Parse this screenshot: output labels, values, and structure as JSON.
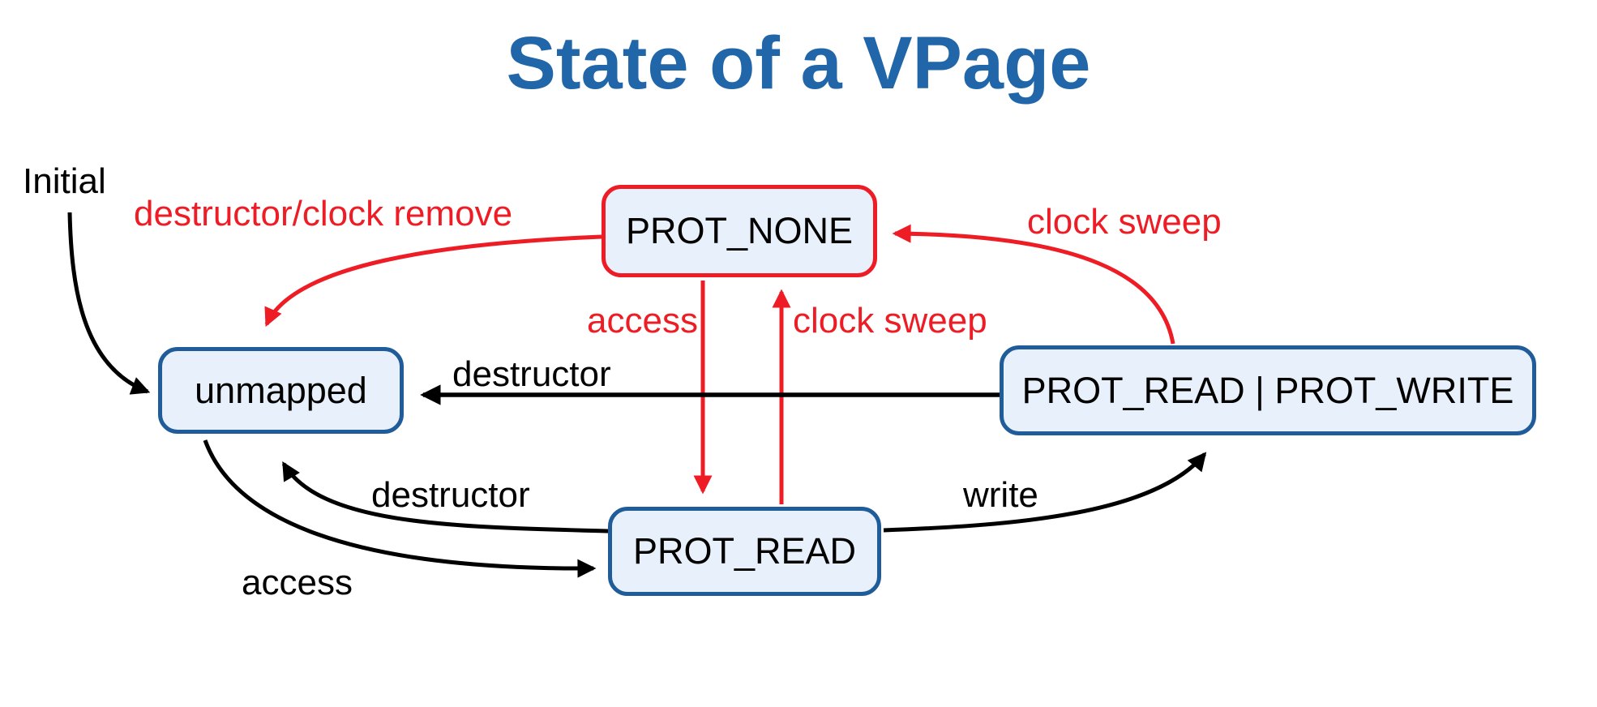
{
  "title": "State of a VPage",
  "colors": {
    "title_blue": "#2166a8",
    "box_border_blue": "#1f5c99",
    "box_fill_blue": "#e8f1fb",
    "arrow_red": "#ee1c25",
    "arrow_black": "#000000"
  },
  "states": [
    {
      "label": "PROT_NONE",
      "border_color": "red"
    },
    {
      "label": "unmapped",
      "border_color": "blue"
    },
    {
      "label": "PROT_READ | PROT_WRITE",
      "border_color": "blue"
    },
    {
      "label": "PROT_READ",
      "border_color": "blue"
    }
  ],
  "transitions": [
    {
      "label": "Initial",
      "from": "(start)",
      "to": "unmapped",
      "color": "black"
    },
    {
      "label": "destructor/clock remove",
      "from": "PROT_NONE",
      "to": "unmapped",
      "color": "red"
    },
    {
      "label": "access",
      "from": "PROT_NONE",
      "to": "PROT_READ",
      "color": "red"
    },
    {
      "label": "clock sweep",
      "from": "PROT_READ",
      "to": "PROT_NONE",
      "color": "red"
    },
    {
      "label": "clock sweep",
      "from": "PROT_READ | PROT_WRITE",
      "to": "PROT_NONE",
      "color": "red"
    },
    {
      "label": "destructor",
      "from": "PROT_READ | PROT_WRITE",
      "to": "unmapped",
      "color": "black"
    },
    {
      "label": "destructor",
      "from": "PROT_READ",
      "to": "unmapped",
      "color": "black"
    },
    {
      "label": "access",
      "from": "unmapped",
      "to": "PROT_READ",
      "color": "black"
    },
    {
      "label": "write",
      "from": "PROT_READ",
      "to": "PROT_READ | PROT_WRITE",
      "color": "black"
    }
  ]
}
